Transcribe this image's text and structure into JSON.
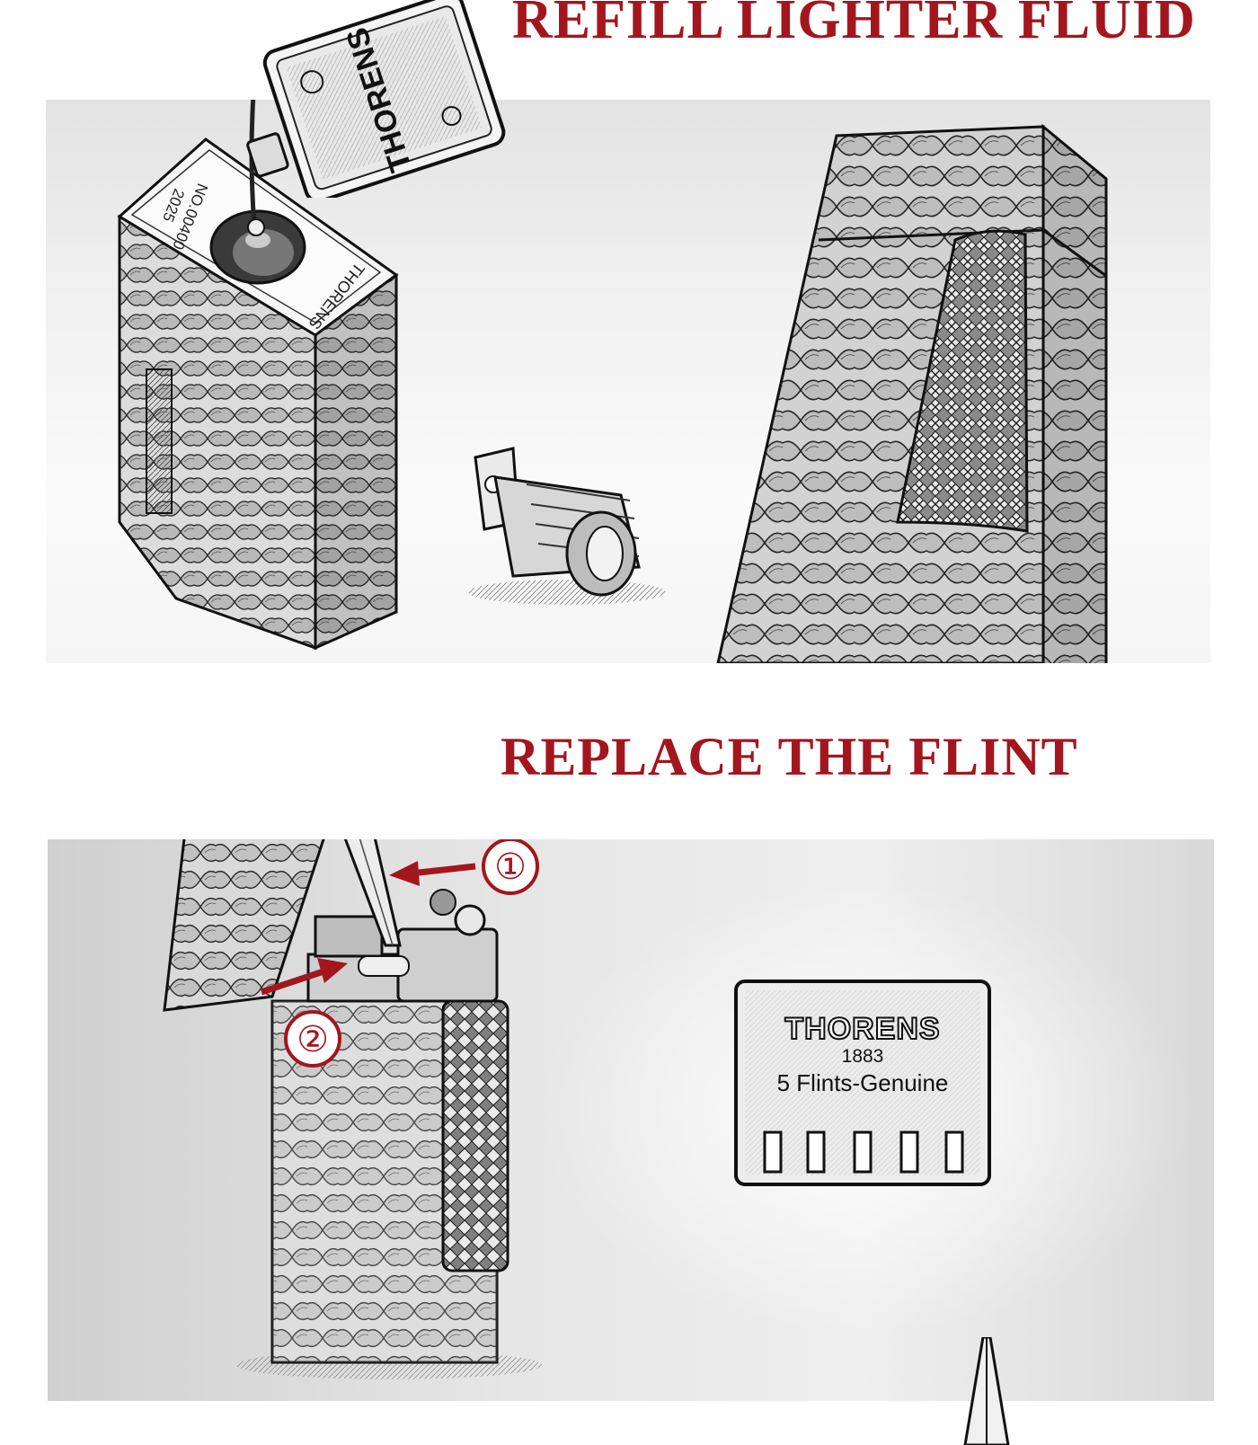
{
  "sections": [
    {
      "title": "REFILL LIGHTER FLUID"
    },
    {
      "title": "REPLACE THE FLINT"
    }
  ],
  "refill": {
    "can_brand": "THORENS",
    "lighter_serial": "NO.00400",
    "lighter_year": "2025",
    "lighter_brand": "THORENS"
  },
  "flint": {
    "steps": [
      "①",
      "②"
    ],
    "pack": {
      "brand": "THORENS",
      "year": "1883",
      "label": "5 Flints-Genuine",
      "slots": 5
    }
  },
  "colors": {
    "heading": "#a3161e",
    "arrow": "#a3161e",
    "ink": "#1a1a1a"
  }
}
